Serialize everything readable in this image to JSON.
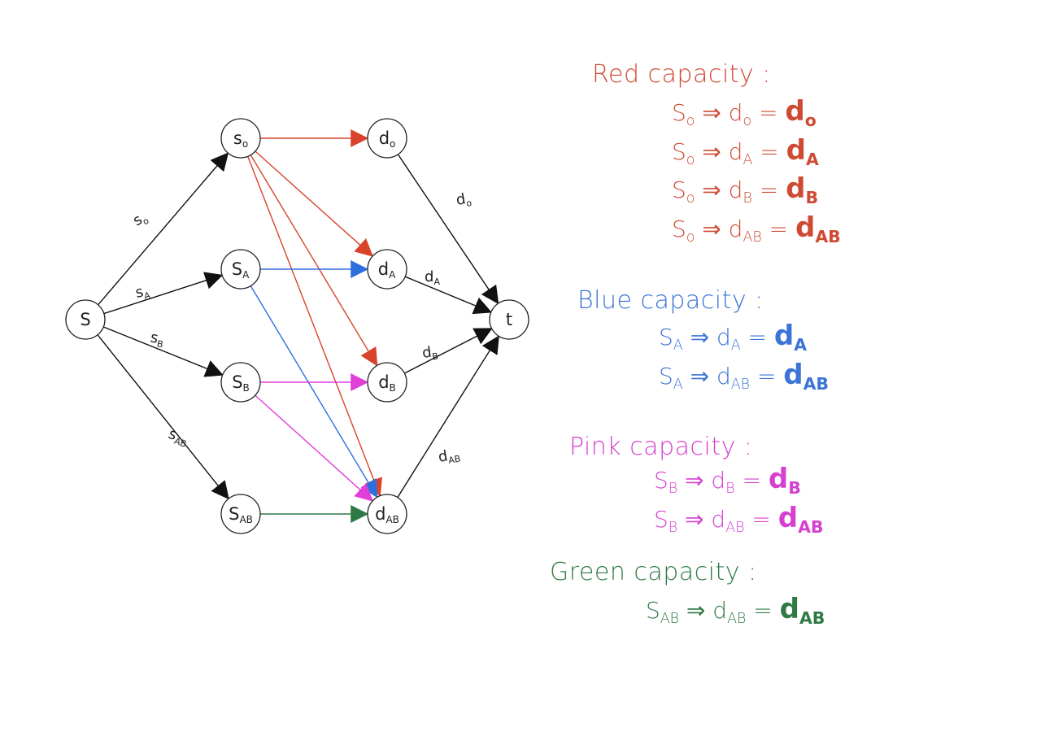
{
  "colors": {
    "black": "#111111",
    "red": "#d9432b",
    "blue": "#2e6fe0",
    "pink": "#e03fd8",
    "green": "#2f7a44"
  },
  "nodes": {
    "s": {
      "main": "S",
      "sub": ""
    },
    "so": {
      "main": "s",
      "sub": "o"
    },
    "sa": {
      "main": "S",
      "sub": "A"
    },
    "sb": {
      "main": "S",
      "sub": "B"
    },
    "sab": {
      "main": "S",
      "sub": "AB"
    },
    "do": {
      "main": "d",
      "sub": "o"
    },
    "da": {
      "main": "d",
      "sub": "A"
    },
    "db": {
      "main": "d",
      "sub": "B"
    },
    "dab": {
      "main": "d",
      "sub": "AB"
    },
    "t": {
      "main": "t",
      "sub": ""
    }
  },
  "edge_labels": {
    "s_so": {
      "main": "s",
      "sub": "o"
    },
    "s_sa": {
      "main": "s",
      "sub": "A"
    },
    "s_sb": {
      "main": "s",
      "sub": "B"
    },
    "s_sab": {
      "main": "s",
      "sub": "AB"
    },
    "do_t": {
      "main": "d",
      "sub": "o"
    },
    "da_t": {
      "main": "d",
      "sub": "A"
    },
    "db_t": {
      "main": "d",
      "sub": "B"
    },
    "dab_t": {
      "main": "d",
      "sub": "AB"
    }
  },
  "red_capacity": {
    "title": "Red capacity :",
    "rules": [
      {
        "from": "S",
        "from_sub": "o",
        "to": "d",
        "to_sub": "o",
        "eq": "=",
        "rhs": "d",
        "rhs_sub": "o"
      },
      {
        "from": "S",
        "from_sub": "o",
        "to": "d",
        "to_sub": "A",
        "eq": "=",
        "rhs": "d",
        "rhs_sub": "A"
      },
      {
        "from": "S",
        "from_sub": "o",
        "to": "d",
        "to_sub": "B",
        "eq": "=",
        "rhs": "d",
        "rhs_sub": "B"
      },
      {
        "from": "S",
        "from_sub": "o",
        "to": "d",
        "to_sub": "AB",
        "eq": "=",
        "rhs": "d",
        "rhs_sub": "AB"
      }
    ]
  },
  "blue_capacity": {
    "title": "Blue capacity :",
    "rules": [
      {
        "from": "S",
        "from_sub": "A",
        "to": "d",
        "to_sub": "A",
        "eq": "=",
        "rhs": "d",
        "rhs_sub": "A"
      },
      {
        "from": "S",
        "from_sub": "A",
        "to": "d",
        "to_sub": "AB",
        "eq": "=",
        "rhs": "d",
        "rhs_sub": "AB"
      }
    ]
  },
  "pink_capacity": {
    "title": "Pink capacity :",
    "rules": [
      {
        "from": "S",
        "from_sub": "B",
        "to": "d",
        "to_sub": "B",
        "eq": "=",
        "rhs": "d",
        "rhs_sub": "B"
      },
      {
        "from": "S",
        "from_sub": "B",
        "to": "d",
        "to_sub": "AB",
        "eq": "=",
        "rhs": "d",
        "rhs_sub": "AB"
      }
    ]
  },
  "green_capacity": {
    "title": "Green capacity :",
    "rules": [
      {
        "from": "S",
        "from_sub": "AB",
        "to": "d",
        "to_sub": "AB",
        "eq": "=",
        "rhs": "d",
        "rhs_sub": "AB"
      }
    ]
  }
}
